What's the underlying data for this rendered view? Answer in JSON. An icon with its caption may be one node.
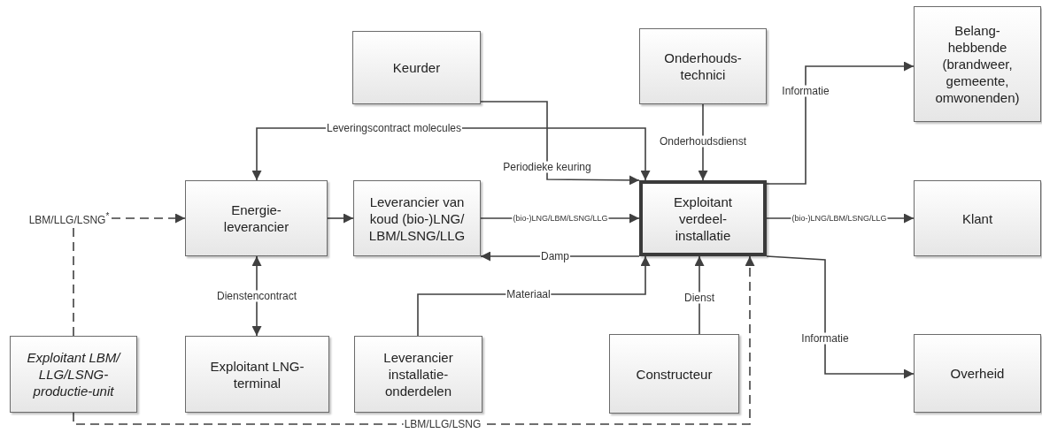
{
  "diagram": {
    "nodes": [
      {
        "text": [
          "Keurder"
        ]
      },
      {
        "text": [
          "Onderhouds- technici"
        ]
      },
      {
        "text": [
          "Belang- hebbende (brandweer, gemeente, omwonenden)"
        ]
      },
      {
        "text": [
          "Energie- leverancier"
        ]
      },
      {
        "text": [
          "Leverancier van koud (bio-)LNG/ LBM/LSNG/LLG"
        ]
      },
      {
        "text": [
          "Exploitant verdeel- installatie"
        ]
      },
      {
        "text": [
          "Klant"
        ]
      },
      {
        "text": [
          "Exploitant LBM/ LLG/LSNG- productie-unit"
        ]
      },
      {
        "text": [
          "Exploitant LNG- terminal"
        ]
      },
      {
        "text": [
          "Leverancier installatie- onderdelen"
        ]
      },
      {
        "text": [
          "Constructeur"
        ]
      },
      {
        "text": [
          "Overheid"
        ]
      }
    ],
    "edges": [
      {
        "from": 7,
        "to": 3,
        "arrow": "to",
        "label": "LBM/LLG/LSNG$^{*}$",
        "style": "dashed"
      },
      {
        "from": 3,
        "to": 4,
        "arrow": "to"
      },
      {
        "from": 4,
        "to": 5,
        "arrow": "to",
        "label": "(bio-)LNG/LBM/LSNG/LLG"
      },
      {
        "from": 5,
        "to": 4,
        "arrow": "to",
        "label": "Damp"
      },
      {
        "from": 5,
        "to": 6,
        "arrow": "to",
        "label": "(bio-)LNG/LBM/LSNG/LLG"
      },
      {
        "from": 0,
        "to": 5,
        "arrow": "to",
        "label": "Periodieke keuring"
      },
      {
        "from": 3,
        "to": 5,
        "arrow": "both",
        "label": "Leveringscontract molecules"
      },
      {
        "from": 1,
        "to": 5,
        "arrow": "to",
        "label": "Onderhoudsdienst"
      },
      {
        "from": 3,
        "to": 8,
        "arrow": "both",
        "label": "Dienstencontract"
      },
      {
        "from": 9,
        "to": 5,
        "arrow": "to",
        "label": "Materiaal"
      },
      {
        "from": 10,
        "to": 5,
        "arrow": "to",
        "label": "Dienst"
      },
      {
        "from": 7,
        "to": 5,
        "arrow": "to",
        "label": "LBM/LLG/LSNG",
        "style": "dashed"
      },
      {
        "from": 5,
        "to": 2,
        "arrow": "to",
        "label": "Informatie"
      },
      {
        "from": 5,
        "to": 11,
        "arrow": "to",
        "label": "Informatie"
      }
    ]
  }
}
